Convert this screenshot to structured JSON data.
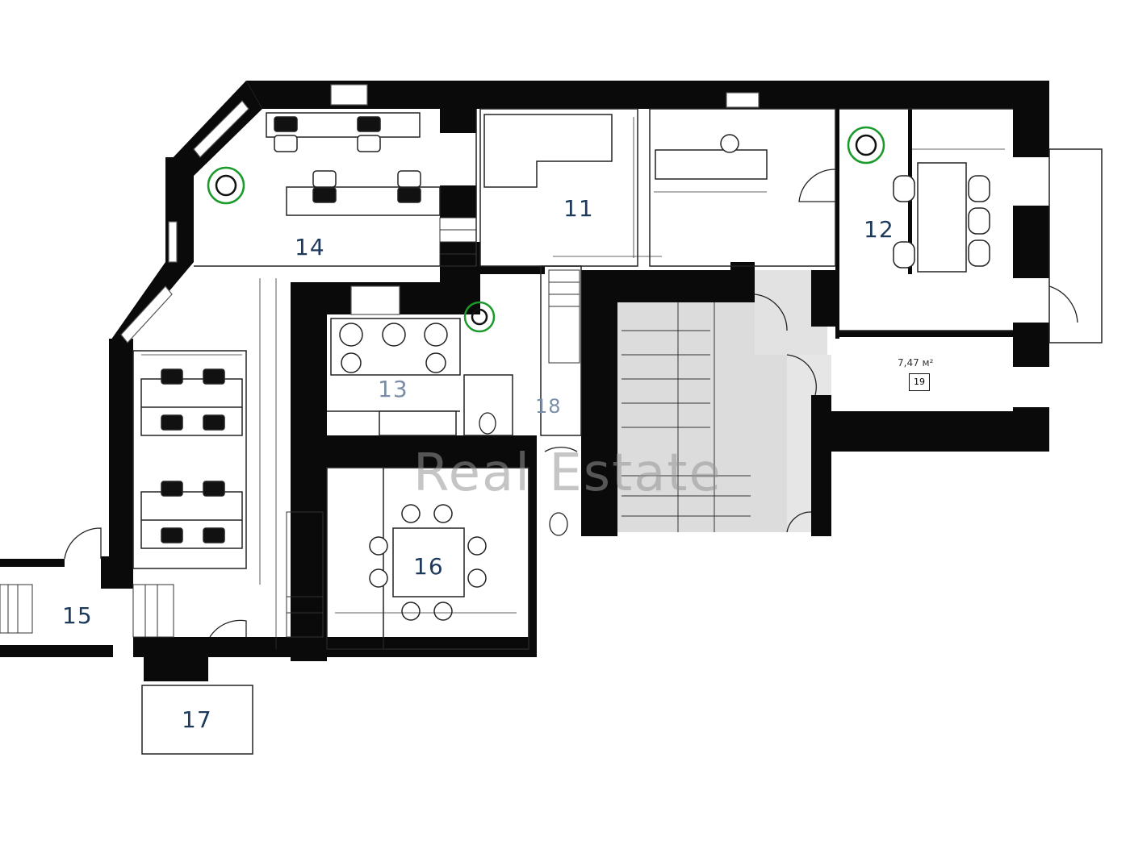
{
  "plan": {
    "rooms": [
      {
        "id": "r11",
        "label": "11"
      },
      {
        "id": "r12",
        "label": "12"
      },
      {
        "id": "r13",
        "label": "13"
      },
      {
        "id": "r14",
        "label": "14"
      },
      {
        "id": "r15",
        "label": "15"
      },
      {
        "id": "r16",
        "label": "16"
      },
      {
        "id": "r17",
        "label": "17"
      },
      {
        "id": "r18",
        "label": "18"
      }
    ],
    "storage": {
      "area": "7,47 м²",
      "number": "19"
    },
    "watermark": {
      "line1": "Real Estate"
    },
    "colors": {
      "wall": "#0a0a0a",
      "stair_fill": "#d9d9d9",
      "plant": "#1a9a2a",
      "label": "#1d3a5c"
    }
  }
}
